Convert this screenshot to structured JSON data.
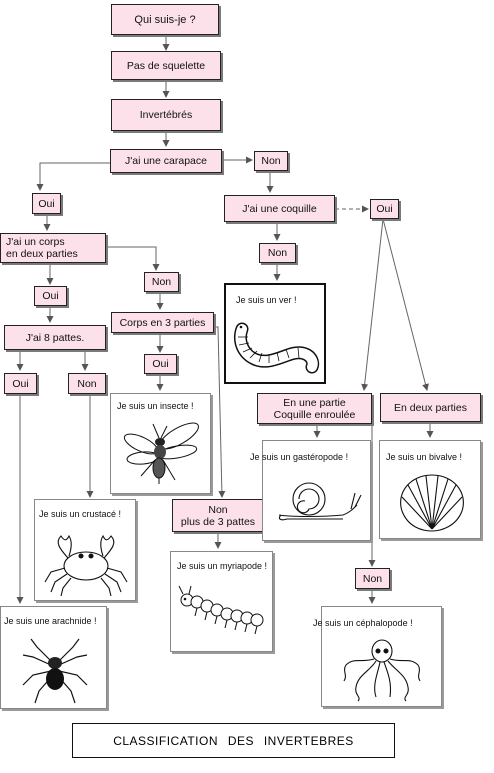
{
  "nodes": {
    "qui": "Qui suis-je ?",
    "squelette": "Pas de squelette",
    "invertebres": "Invertébrés",
    "carapace": "J'ai une carapace",
    "non_carapace": "Non",
    "oui_carapace": "Oui",
    "coquille": "J'ai une coquille",
    "non_coquille": "Non",
    "oui_coquille": "Oui",
    "corps_deux": "J'ai un corps\nen deux parties",
    "non_corps": "Non",
    "oui_corps": "Oui",
    "huit_pattes": "J'ai 8 pattes.",
    "corps_trois": "Corps en 3 parties",
    "oui_trois": "Oui",
    "oui_huit": "Oui",
    "non_huit": "Non",
    "non_myria": "Non\nplus de 3 pattes",
    "une_partie": "En une partie\nCoquille enroulée",
    "deux_parties": "En deux parties",
    "non_cephalo": "Non"
  },
  "results": {
    "ver": "Je suis un ver !",
    "insecte": "Je suis un insecte !",
    "crustace": "Je suis un crustacé !",
    "arachnide": "Je suis une arachnide !",
    "myriapode": "Je suis un myriapode !",
    "gasteropode": "Je suis un gastéropode !",
    "bivalve": "Je suis un bivalve !",
    "cephalopode": "Je suis un céphalopode !"
  },
  "footer": {
    "title": "CLASSIFICATION DES INVERTEBRES"
  },
  "colors": {
    "box_fill": "#fce1ea",
    "arrow": "#666666",
    "border": "#222222"
  },
  "icons": [
    "worm",
    "insect",
    "crab",
    "spider",
    "myriapod",
    "snail",
    "clam",
    "octopus"
  ]
}
